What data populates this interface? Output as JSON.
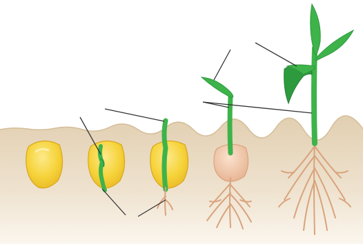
{
  "diagram": {
    "stages": [
      {
        "name": "kernel"
      },
      {
        "name": "germinating-kernel"
      },
      {
        "name": "coleoptile-emerging"
      },
      {
        "name": "first-leaf-seedling"
      },
      {
        "name": "young-plant"
      }
    ],
    "leader_line_count": 8,
    "colors": {
      "sky": "#ffffff",
      "soil_top": "#e2cfb1",
      "soil_bottom": "#fbf6ee",
      "kernel_fill": "#f6d33a",
      "kernel_highlight": "#fde98a",
      "kernel_outline": "#d9a51c",
      "shoot_green": "#3db34a",
      "leaf_dark": "#2e9a3e",
      "root_tan": "#d9a37c",
      "seed_coat_pink": "#eec3a4",
      "leader_line": "#333333"
    }
  }
}
